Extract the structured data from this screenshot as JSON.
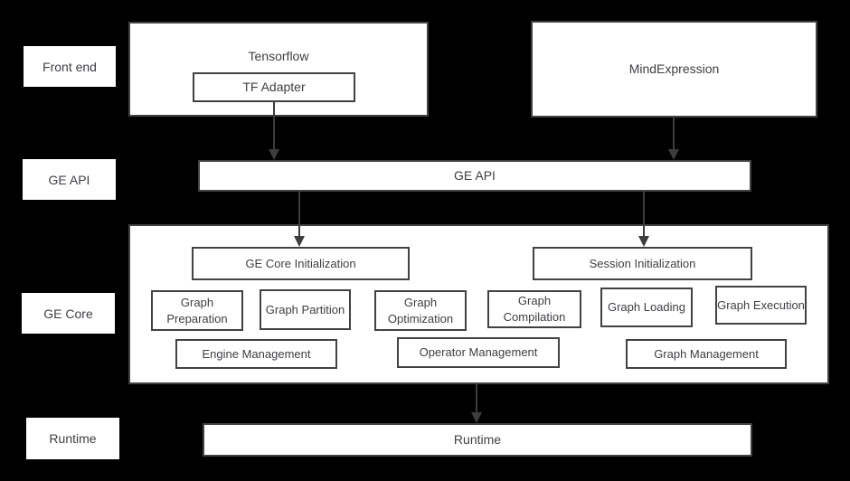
{
  "colors": {
    "background": "#000000",
    "box_fill": "#ffffff",
    "box_border": "#424242",
    "text": "#3f3f44",
    "arrow": "#3d3d3d"
  },
  "side_labels": {
    "front_end": "Front end",
    "ge_api": "GE API",
    "ge_core": "GE Core",
    "runtime": "Runtime"
  },
  "nodes": {
    "tensorflow": "Tensorflow",
    "tf_adapter": "TF Adapter",
    "mindexpression": "MindExpression",
    "ge_api_bar": "GE API",
    "ge_core_initialization": "GE Core Initialization",
    "session_initialization": "Session Initialization",
    "graph_preparation": "Graph Preparation",
    "graph_partition": "Graph Partition",
    "graph_optimization": "Graph Optimization",
    "graph_compilation": "Graph Compilation",
    "graph_loading": "Graph Loading",
    "graph_execution": "Graph Execution",
    "engine_management": "Engine Management",
    "operator_management": "Operator Management",
    "graph_management": "Graph Management",
    "runtime_bar": "Runtime"
  },
  "connections": [
    {
      "from": "TF Adapter",
      "to": "GE API",
      "direction": "down"
    },
    {
      "from": "MindExpression",
      "to": "GE API",
      "direction": "down"
    },
    {
      "from": "GE API",
      "to": "GE Core Initialization",
      "direction": "down"
    },
    {
      "from": "GE API",
      "to": "Session Initialization",
      "direction": "down"
    },
    {
      "from": "GE Core",
      "to": "Runtime",
      "direction": "down"
    }
  ]
}
